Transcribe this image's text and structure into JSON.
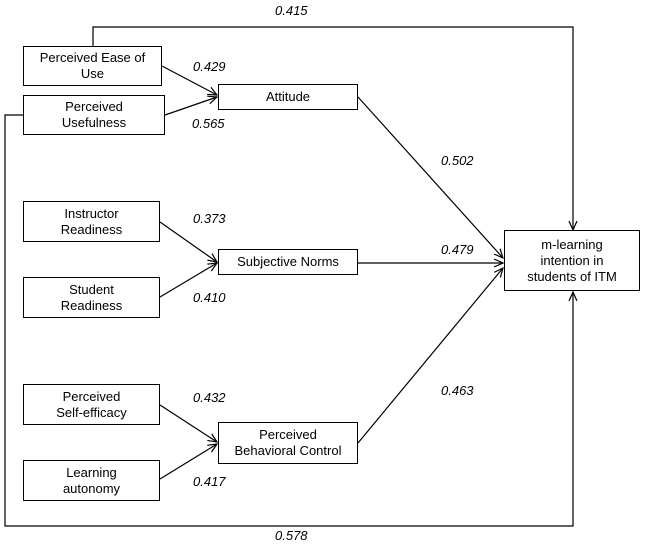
{
  "nodes": {
    "ease": "Perceived Ease of\nUse",
    "usefulness": "Perceived\nUsefulness",
    "attitude": "Attitude",
    "instructor": "Instructor\nReadiness",
    "student": "Student\nReadiness",
    "subjective": "Subjective Norms",
    "selfefficacy": "Perceived\nSelf-efficacy",
    "autonomy": "Learning\nautonomy",
    "pbc": "Perceived\nBehavioral Control",
    "outcome": "m-learning\nintention in\nstudents of ITM"
  },
  "coefficients": {
    "ease_outcome": "0.415",
    "ease_attitude": "0.429",
    "usefulness_attitude": "0.565",
    "attitude_outcome": "0.502",
    "instructor_subjective": "0.373",
    "subjective_outcome": "0.479",
    "student_subjective": "0.410",
    "pbc_outcome": "0.463",
    "selfefficacy_pbc": "0.432",
    "autonomy_pbc": "0.417",
    "usefulness_outcome": "0.578"
  }
}
